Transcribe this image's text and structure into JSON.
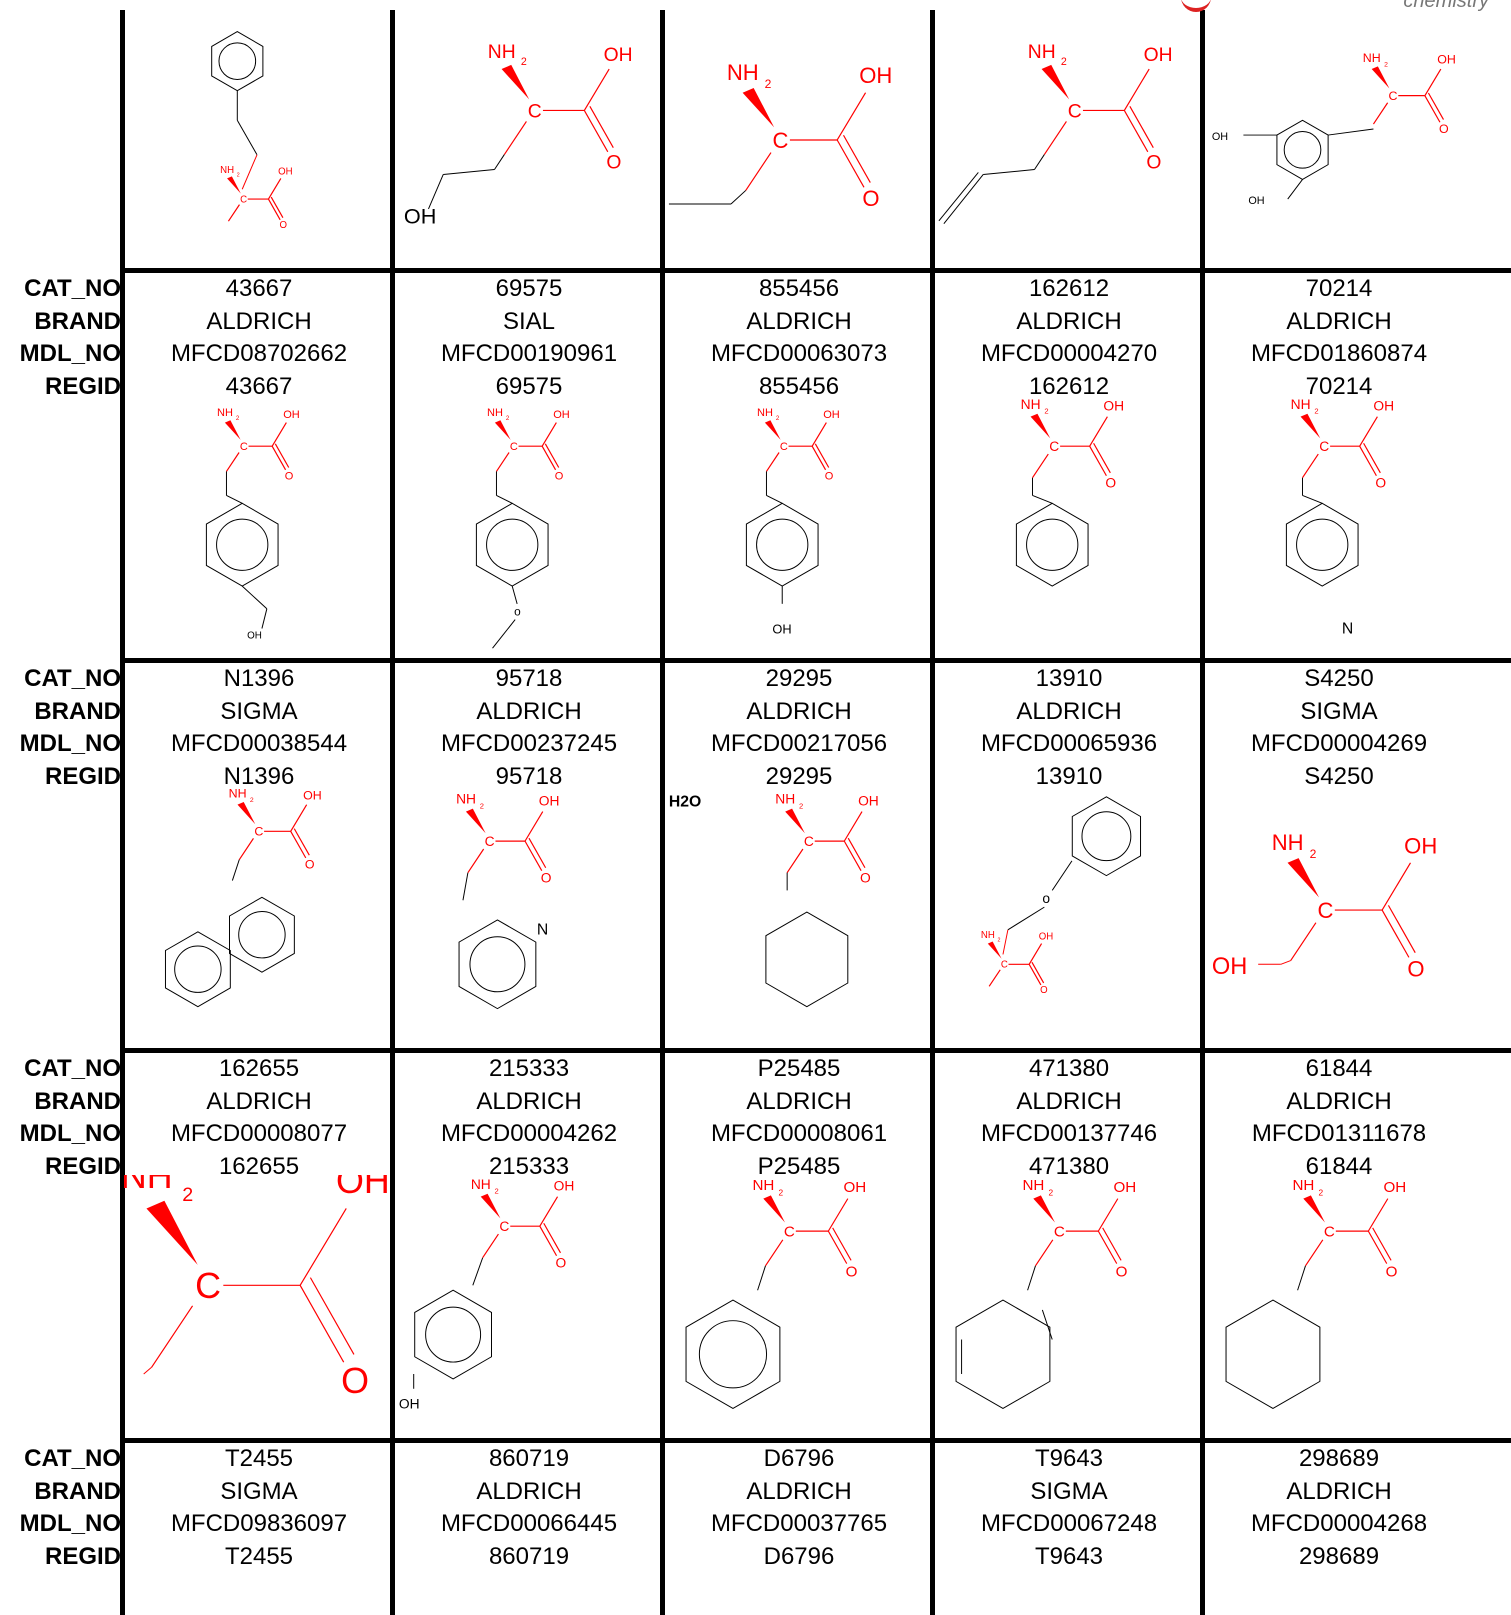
{
  "logo_text": "chemistry",
  "row_labels": [
    "CAT_NO",
    "BRAND",
    "MDL_NO",
    "REGID"
  ],
  "rows": [
    [
      {
        "structure": "homophenylalanine",
        "cat_no": "43667",
        "brand": "ALDRICH",
        "mdl_no": "MFCD08702662",
        "regid": "43667"
      },
      {
        "structure": "homoserine",
        "cat_no": "69575",
        "brand": "SIAL",
        "mdl_no": "MFCD00190961",
        "regid": "69575"
      },
      {
        "structure": "2-aminobutyric-acid",
        "cat_no": "855456",
        "brand": "ALDRICH",
        "mdl_no": "MFCD00063073",
        "regid": "855456"
      },
      {
        "structure": "allylglycine",
        "cat_no": "162612",
        "brand": "ALDRICH",
        "mdl_no": "MFCD00004270",
        "regid": "162612"
      },
      {
        "structure": "dopa",
        "cat_no": "70214",
        "brand": "ALDRICH",
        "mdl_no": "MFCD01860874",
        "regid": "70214"
      }
    ],
    [
      {
        "structure": "4-hydroxymethylphenylalanine",
        "cat_no": "N1396",
        "brand": "SIGMA",
        "mdl_no": "MFCD00038544",
        "regid": "N1396"
      },
      {
        "structure": "4-methoxyphenylalanine",
        "cat_no": "95718",
        "brand": "ALDRICH",
        "mdl_no": "MFCD00237245",
        "regid": "95718"
      },
      {
        "structure": "tyrosine",
        "cat_no": "29295",
        "brand": "ALDRICH",
        "mdl_no": "MFCD00217056",
        "regid": "29295"
      },
      {
        "structure": "phenylalanine",
        "cat_no": "13910",
        "brand": "ALDRICH",
        "mdl_no": "MFCD00065936",
        "regid": "13910"
      },
      {
        "structure": "4-pyridylalanine",
        "cat_no": "S4250",
        "brand": "SIGMA",
        "mdl_no": "MFCD00004269",
        "regid": "S4250"
      }
    ],
    [
      {
        "structure": "1-naphthylalanine",
        "cat_no": "162655",
        "brand": "ALDRICH",
        "mdl_no": "MFCD00008077",
        "regid": "162655"
      },
      {
        "structure": "2-pyridylalanine",
        "cat_no": "215333",
        "brand": "ALDRICH",
        "mdl_no": "MFCD00004262",
        "regid": "215333"
      },
      {
        "structure": "cyclohexylalanine-hydrate",
        "extra_label": "H2O",
        "cat_no": "P25485",
        "brand": "ALDRICH",
        "mdl_no": "MFCD00008061",
        "regid": "P25485"
      },
      {
        "structure": "o-benzylserine",
        "cat_no": "471380",
        "brand": "ALDRICH",
        "mdl_no": "MFCD00137746",
        "regid": "471380"
      },
      {
        "structure": "serine",
        "cat_no": "61844",
        "brand": "ALDRICH",
        "mdl_no": "MFCD01311678",
        "regid": "61844"
      }
    ],
    [
      {
        "structure": "alanine",
        "cat_no": "T2455",
        "brand": "SIGMA",
        "mdl_no": "MFCD09836097",
        "regid": "T2455"
      },
      {
        "structure": "4-hydroxyphenylglycine",
        "cat_no": "860719",
        "brand": "ALDRICH",
        "mdl_no": "MFCD00066445",
        "regid": "860719"
      },
      {
        "structure": "phenylglycine",
        "cat_no": "D6796",
        "brand": "ALDRICH",
        "mdl_no": "MFCD00037765",
        "regid": "D6796"
      },
      {
        "structure": "cyclohexadienylglycine",
        "cat_no": "T9643",
        "brand": "SIGMA",
        "mdl_no": "MFCD00067248",
        "regid": "T9643"
      },
      {
        "structure": "cyclohexylglycine",
        "cat_no": "298689",
        "brand": "ALDRICH",
        "mdl_no": "MFCD00004268",
        "regid": "298689"
      }
    ]
  ],
  "atom_labels": {
    "amine": "NH",
    "sub2": "2",
    "hydroxyl": "OH",
    "carbon": "C",
    "oxygen": "O",
    "nitrogen": "N",
    "ether_o": "o"
  },
  "colors": {
    "amino_acid_core": "#ff0000",
    "side_chain": "#000000",
    "grid": "#000000"
  }
}
